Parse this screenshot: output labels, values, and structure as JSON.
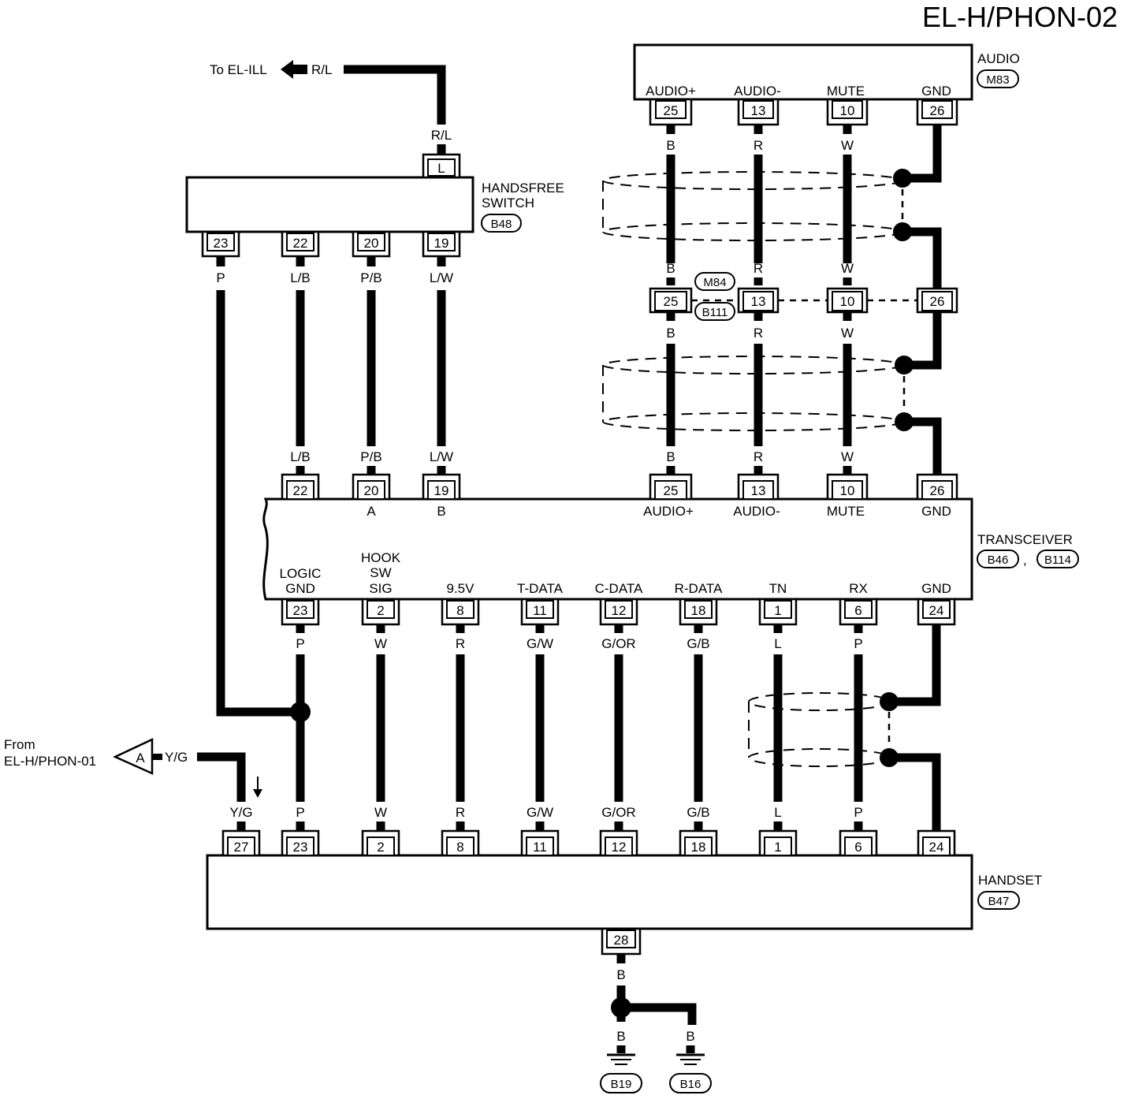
{
  "title": "EL-H/PHON-02",
  "components": {
    "audio": {
      "name": "AUDIO",
      "connector": "M83",
      "pins": [
        "AUDIO+",
        "AUDIO-",
        "MUTE",
        "GND"
      ],
      "pin_numbers": [
        "25",
        "13",
        "10",
        "26"
      ]
    },
    "handsfree_switch": {
      "name_line1": "HANDSFREE",
      "name_line2": "SWITCH",
      "connector": "B48",
      "top_pin": "L",
      "bottom_pins": [
        "23",
        "22",
        "20",
        "19"
      ]
    },
    "inline_connector": {
      "ids": [
        "M84",
        "B111"
      ],
      "pins": [
        "25",
        "13",
        "10",
        "26"
      ]
    },
    "transceiver": {
      "name": "TRANSCEIVER",
      "connectors": [
        "B46",
        "B114"
      ],
      "separator": ",",
      "top_pins": [
        "22",
        "20",
        "19",
        "25",
        "13",
        "10",
        "26"
      ],
      "top_labels": [
        "",
        "A",
        "B",
        "AUDIO+",
        "AUDIO-",
        "MUTE",
        "GND"
      ],
      "bottom_pins": [
        "23",
        "2",
        "8",
        "11",
        "12",
        "18",
        "1",
        "6",
        "24"
      ],
      "bottom_labels": [
        [
          "LOGIC",
          "GND"
        ],
        [
          "HOOK",
          "SW",
          "SIG"
        ],
        [
          "9.5V"
        ],
        [
          "T-DATA"
        ],
        [
          "C-DATA"
        ],
        [
          "R-DATA"
        ],
        [
          "TN"
        ],
        [
          "RX"
        ],
        [
          "GND"
        ]
      ]
    },
    "handset": {
      "name": "HANDSET",
      "connector": "B47",
      "top_pins": [
        "27",
        "23",
        "2",
        "8",
        "11",
        "12",
        "18",
        "1",
        "6",
        "24"
      ],
      "bottom_pin": "28"
    },
    "grounds": [
      "B19",
      "B16"
    ]
  },
  "wire_colors": {
    "to_ill": "R/L",
    "switch_top": "R/L",
    "switch_bottom": [
      "P",
      "L/B",
      "P/B",
      "L/W"
    ],
    "switch_to_transceiver": [
      "L/B",
      "P/B",
      "L/W"
    ],
    "audio_upper": [
      "B",
      "R",
      "W"
    ],
    "audio_mid_top": [
      "B",
      "R",
      "W"
    ],
    "audio_mid_bottom": [
      "B",
      "R",
      "W"
    ],
    "audio_lower": [
      "B",
      "R",
      "W"
    ],
    "transceiver_bottom": [
      "P",
      "W",
      "R",
      "G/W",
      "G/OR",
      "G/B",
      "L",
      "P"
    ],
    "handset_top": [
      "Y/G",
      "P",
      "W",
      "R",
      "G/W",
      "G/OR",
      "G/B",
      "L",
      "P"
    ],
    "ground": [
      "B",
      "B",
      "B"
    ]
  },
  "references": {
    "to": "To EL-ILL",
    "from_line1": "From",
    "from_line2": "EL-H/PHON-01",
    "from_flag": "A",
    "from_wire": "Y/G"
  }
}
